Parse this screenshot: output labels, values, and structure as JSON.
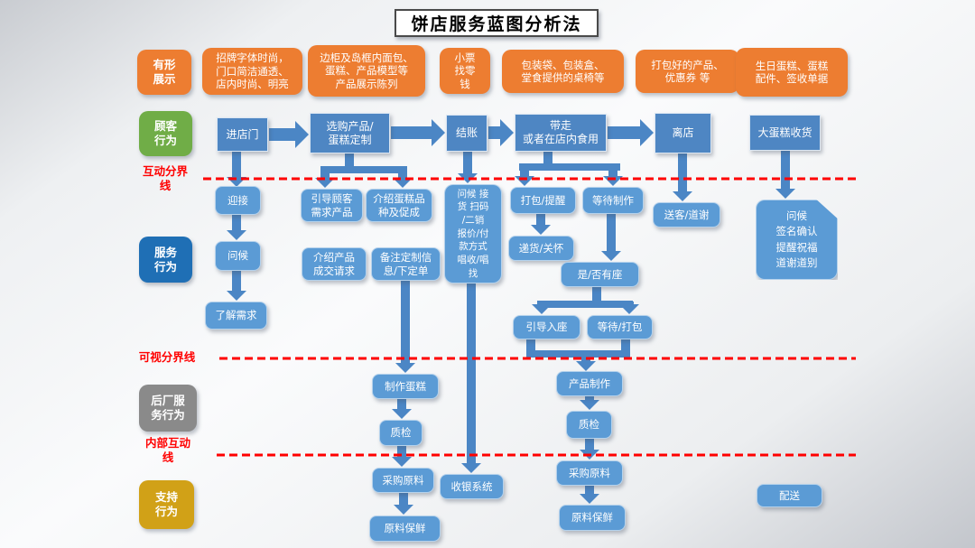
{
  "title": "饼店服务蓝图分析法",
  "colors": {
    "orange": "#ED7D31",
    "green": "#70AD47",
    "customer_blue": "#4E86C3",
    "service_blue": "#5B9BD5",
    "dark_blue": "#1F6FB5",
    "gray": "#8A8A8A",
    "gold": "#D1A117",
    "arrow_blue": "#4B86C5",
    "divider_red": "#FF0000"
  },
  "lanes": {
    "tangible": "有形\n展示",
    "customer": "顾客\n行为",
    "interaction_line": "互动分界\n线",
    "service": "服务\n行为",
    "visibility_line": "可视分界线",
    "backstage": "后厂服\n务行为",
    "internal_line": "内部互动\n线",
    "support": "支持\n行为"
  },
  "tangible": {
    "storefront": "招牌字体时尚，\n门口简洁通透、\n店内时尚、明亮",
    "display_counter": "边柜及岛框内面包、\n蛋糕、产品模型等\n产品展示陈列",
    "receipt_change": "小票\n找零\n钱",
    "packaging": "包装袋、包装盒、\n堂食提供的桌椅等",
    "packed_goods": "打包好的产品、\n优惠券 等",
    "birthday_cake": "生日蛋糕、蛋糕\n配件、签收单据"
  },
  "customer": {
    "enter": "进店门",
    "select": "选购产品/\n蛋糕定制",
    "checkout": "结账",
    "takeaway": "带走\n或者在店内食用",
    "leave": "离店",
    "receive_cake": "大蛋糕收货"
  },
  "service": {
    "welcome": "迎接",
    "greet": "问候",
    "understand_needs": "了解需求",
    "guide_needs": "引导顾客\n需求产品",
    "introduce_product": "介绍产品\n成交请求",
    "introduce_cake": "介绍蛋糕品\n种及促成",
    "note_order": "备注定制信\n息/下定单",
    "checkout_service": "问候 接\n货 扫码\n/二销\n报价/付\n款方式\n唱收/唱\n找",
    "pack_remind": "打包/提醒",
    "deliver_care": "递货/关怀",
    "wait_making": "等待制作",
    "seat_check": "是/否有座",
    "guide_seat": "引导入座",
    "wait_pack": "等待/打包",
    "send_off": "送客/道谢",
    "cake_handover": "问候\n签名确认\n提醒祝福\n道谢道别"
  },
  "backstage": {
    "make_cake": "制作蛋糕",
    "qc_left": "质检",
    "make_product": "产品制作",
    "qc_right": "质检"
  },
  "support": {
    "purchase_left": "采购原料",
    "fresh_left": "原料保鲜",
    "pos": "收银系统",
    "purchase_right": "采购原料",
    "fresh_right": "原料保鲜",
    "delivery": "配送"
  }
}
